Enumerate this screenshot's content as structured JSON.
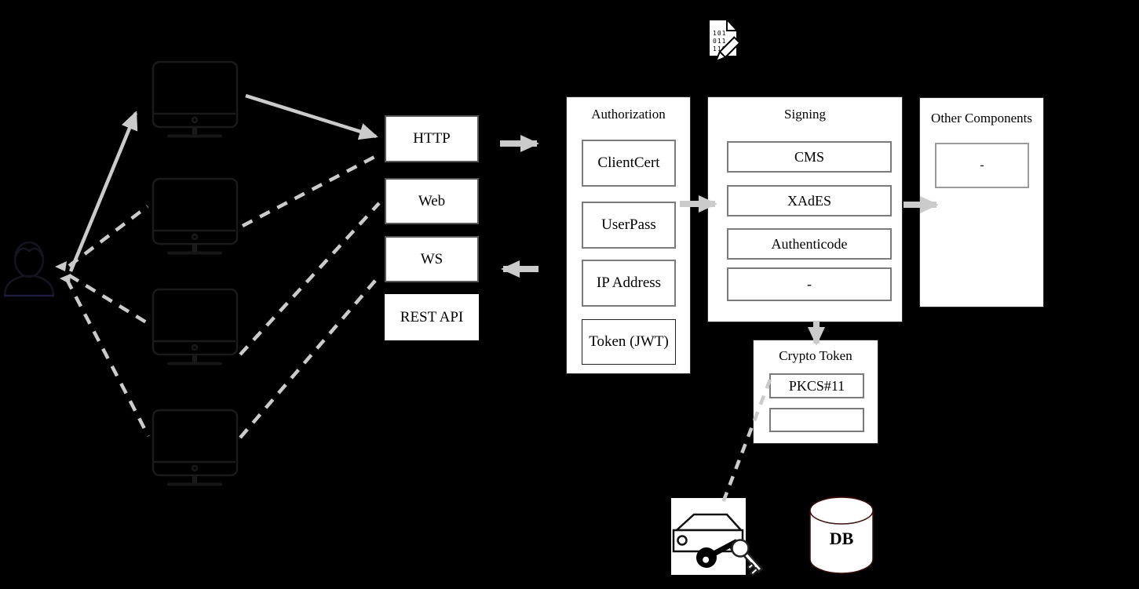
{
  "colors": {
    "background": "#000000",
    "arrow": "#cbcbcb",
    "box_fill": "#ffffff",
    "box_border": "#7b7b7d",
    "text": "#000000",
    "db_outline": "#3a0d0d"
  },
  "interfaces": {
    "items": [
      {
        "label": "HTTP"
      },
      {
        "label": "Web"
      },
      {
        "label": "WS"
      },
      {
        "label": "REST API"
      }
    ]
  },
  "authorization": {
    "title": "Authorization",
    "modules": [
      {
        "label": "ClientCert"
      },
      {
        "label": "UserPass"
      },
      {
        "label": "IP Address"
      },
      {
        "label": "Token (JWT)"
      }
    ]
  },
  "signing": {
    "title": "Signing",
    "modules": [
      {
        "label": "CMS"
      },
      {
        "label": "XAdES"
      },
      {
        "label": "Authenticode"
      },
      {
        "label": "-"
      }
    ]
  },
  "other_components": {
    "title": "Other Components",
    "modules": [
      {
        "label": "-"
      }
    ]
  },
  "crypto_token": {
    "title": "Crypto Token",
    "modules": [
      {
        "label": "PKCS#11"
      },
      {
        "label": ""
      }
    ]
  },
  "database": {
    "label": "DB"
  },
  "document_icon": {
    "rows": [
      "101",
      "011",
      "110"
    ]
  },
  "icons": [
    "person-icon",
    "client-computer-icon",
    "signed-document-pen-icon",
    "hsm-keys-icon",
    "database-cylinder-icon"
  ]
}
